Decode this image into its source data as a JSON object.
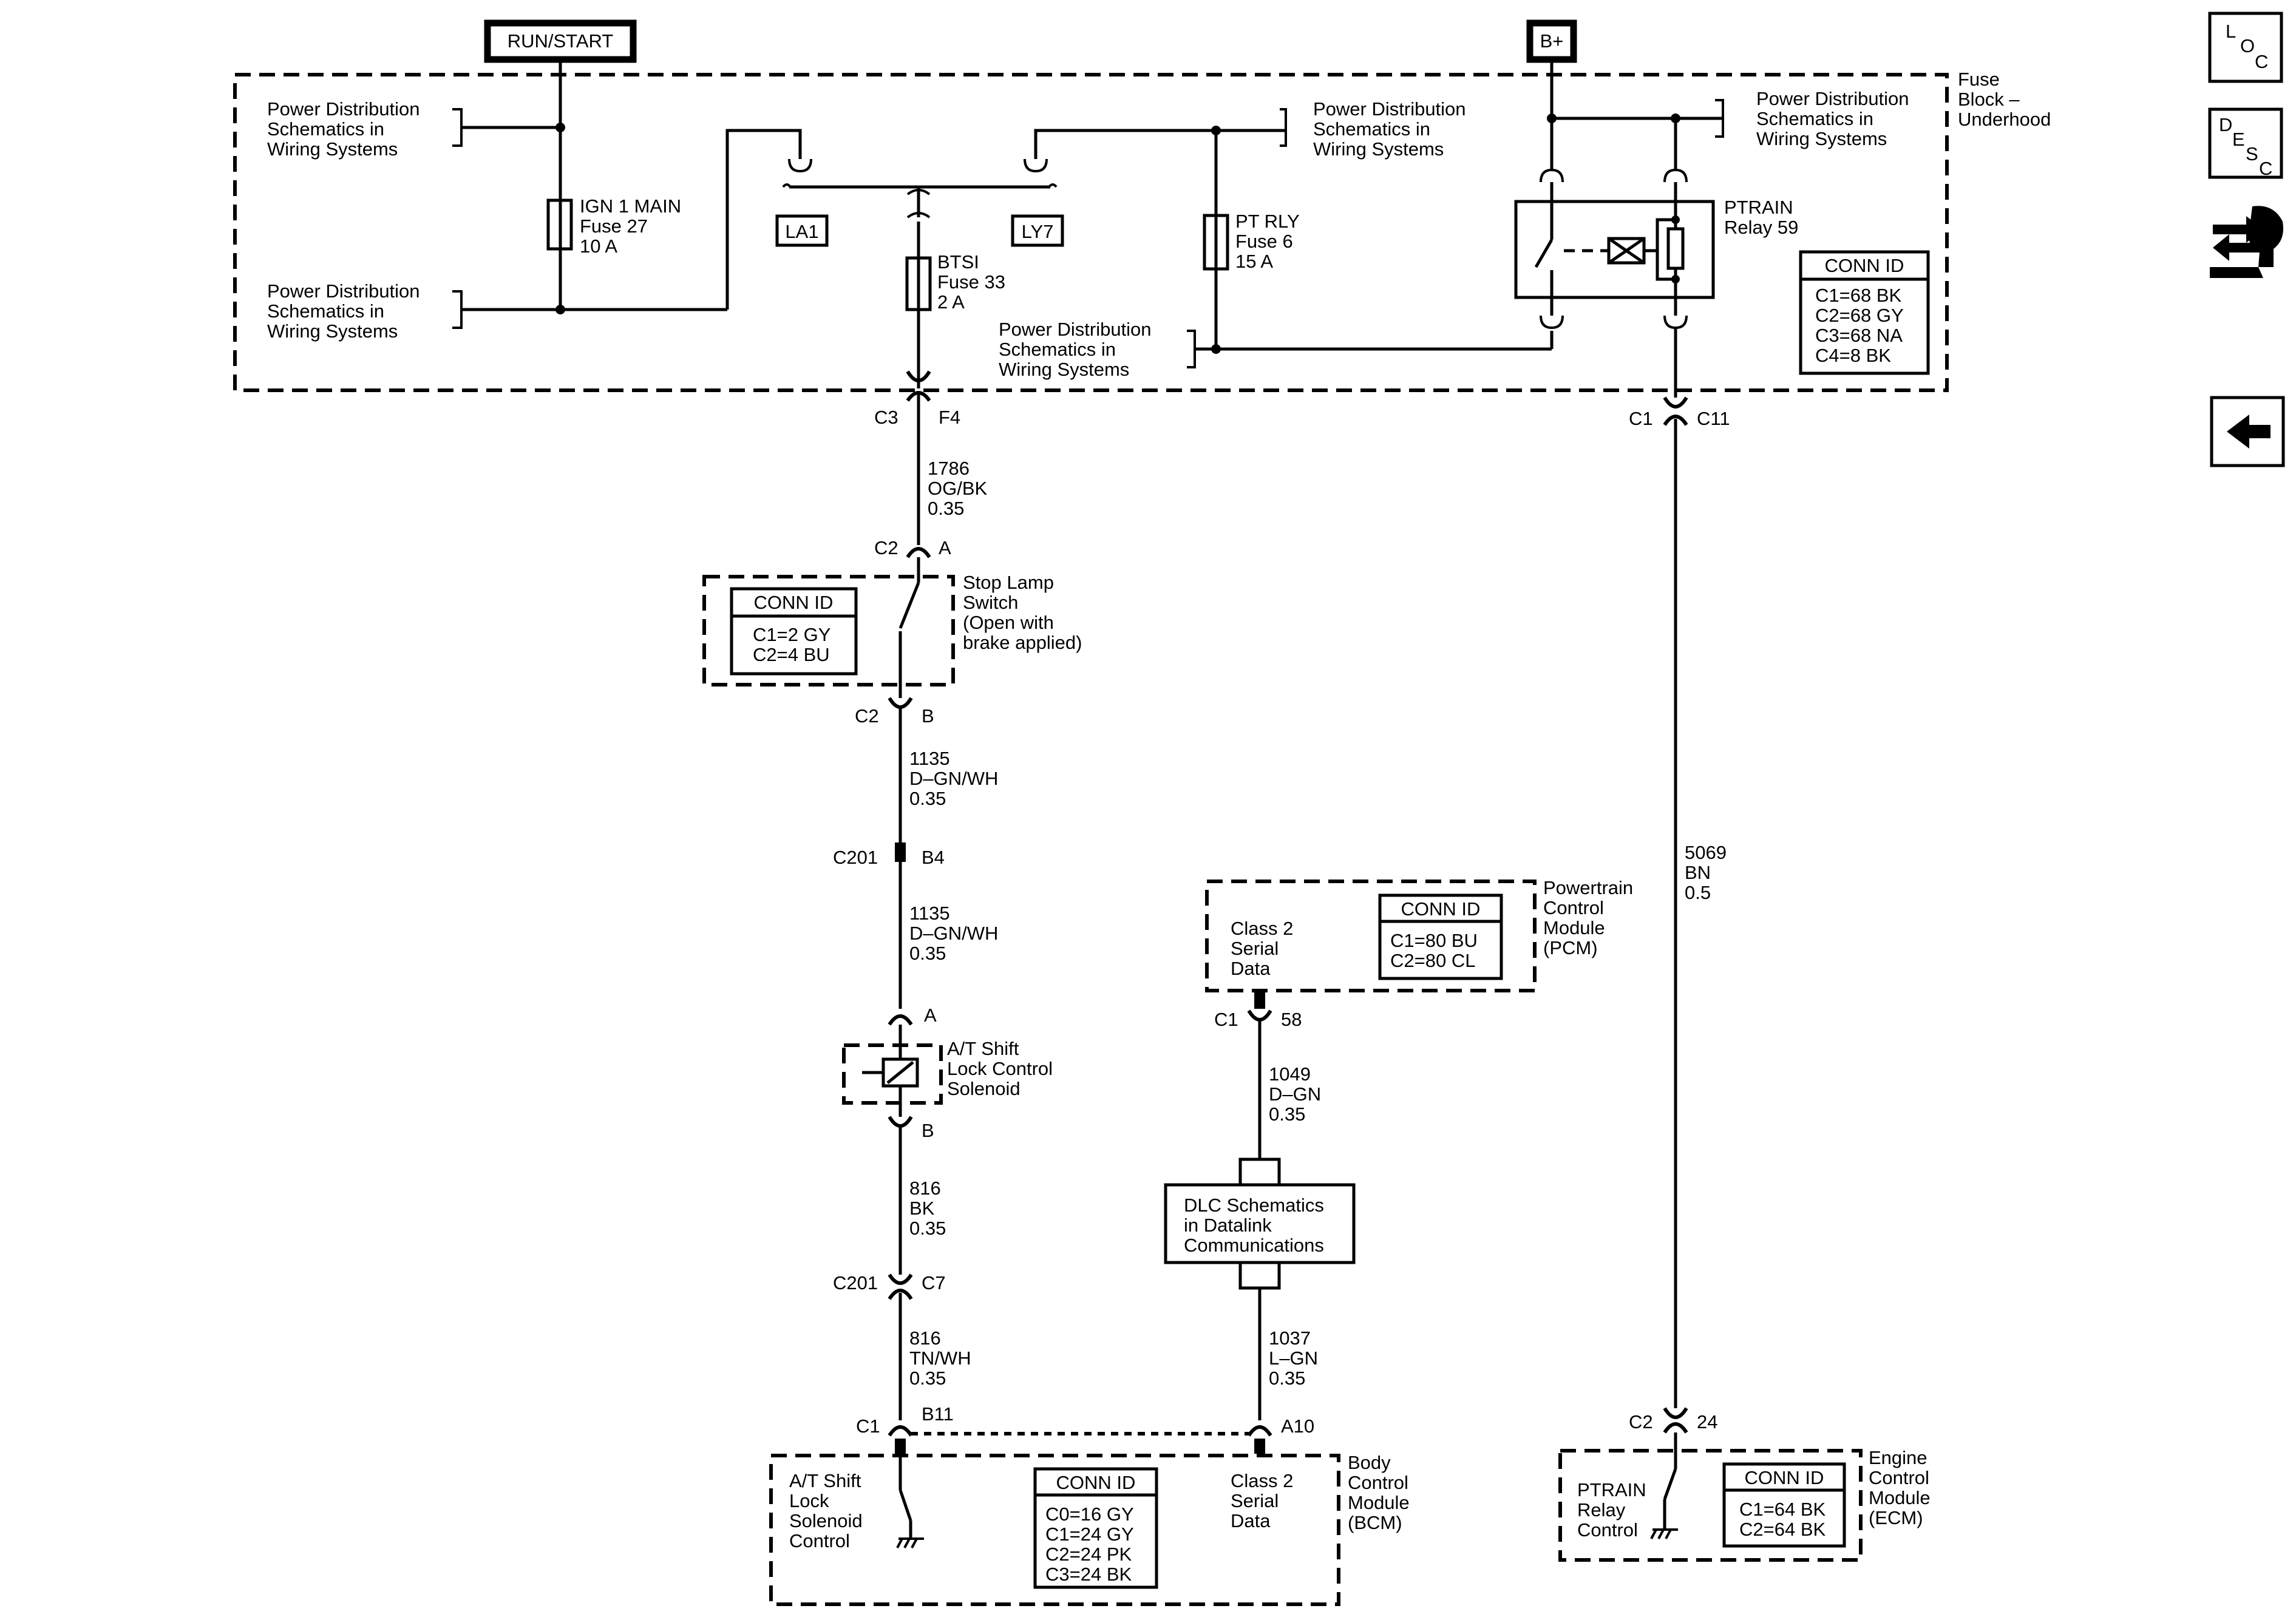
{
  "sources": {
    "run_start": "RUN/START",
    "b_plus": "B+"
  },
  "fuse_block": {
    "label": [
      "Fuse",
      "Block –",
      "Underhood"
    ]
  },
  "power_distribution_text": [
    "Power Distribution",
    "Schematics in",
    "Wiring  Systems"
  ],
  "fuses": {
    "ign1_main": [
      "IGN 1 MAIN",
      "Fuse 27",
      "10 A"
    ],
    "btsi": [
      "BTSI",
      "Fuse 33",
      "2 A"
    ],
    "pt_rly": [
      "PT RLY",
      "Fuse 6",
      "15 A"
    ]
  },
  "relay": {
    "label": [
      "PTRAIN",
      "Relay 59"
    ]
  },
  "splices": {
    "la1": "LA1",
    "ly7": "LY7"
  },
  "conn_id_fuse_block": {
    "title": "CONN ID",
    "rows": [
      "C1=68 BK",
      "C2=68 GY",
      "C3=68 NA",
      "C4=8 BK"
    ]
  },
  "stop_lamp_switch": {
    "label": [
      "Stop Lamp",
      "Switch",
      "(Open with",
      "brake applied)"
    ],
    "conn_id": {
      "title": "CONN ID",
      "rows": [
        "C1=2 GY",
        "C2=4 BU"
      ]
    }
  },
  "solenoid": {
    "label": [
      "A/T Shift",
      "Lock Control",
      "Solenoid"
    ]
  },
  "pcm": {
    "label": [
      "Powertrain",
      "Control",
      "Module",
      "(PCM)"
    ],
    "inner": [
      "Class 2",
      "Serial",
      "Data"
    ],
    "conn_id": {
      "title": "CONN ID",
      "rows": [
        "C1=80 BU",
        "C2=80 CL"
      ]
    }
  },
  "dlc": {
    "label": [
      "DLC Schematics",
      "in Datalink",
      "Communications"
    ]
  },
  "bcm": {
    "label": [
      "Body",
      "Control",
      "Module",
      "(BCM)"
    ],
    "left_inner": [
      "A/T Shift",
      "Lock",
      "Solenoid",
      "Control"
    ],
    "right_inner": [
      "Class 2",
      "Serial",
      "Data"
    ],
    "conn_id": {
      "title": "CONN ID",
      "rows": [
        "C0=16 GY",
        "C1=24 GY",
        "C2=24 PK",
        "C3=24 BK"
      ]
    }
  },
  "ecm": {
    "label": [
      "Engine",
      "Control",
      "Module",
      "(ECM)"
    ],
    "inner": [
      "PTRAIN",
      "Relay",
      "Control"
    ],
    "conn_id": {
      "title": "CONN ID",
      "rows": [
        "C1=64 BK",
        "C2=64 BK"
      ]
    }
  },
  "connectors": {
    "c3_f4": [
      "C3",
      "F4"
    ],
    "c2_a": [
      "C2",
      "A"
    ],
    "c2_b": [
      "C2",
      "B"
    ],
    "c201_b4": [
      "C201",
      "B4"
    ],
    "sol_a": "A",
    "sol_b": "B",
    "c201_c7": [
      "C201",
      "C7"
    ],
    "c1_b11": [
      "C1",
      "B11"
    ],
    "a10": "A10",
    "c1_58": [
      "C1",
      "58"
    ],
    "c1_c11": [
      "C1",
      "C11"
    ],
    "c2_24": [
      "C2",
      "24"
    ]
  },
  "wires": {
    "w1786": [
      "1786",
      "OG/BK",
      "0.35"
    ],
    "w1135a": [
      "1135",
      "D–GN/WH",
      "0.35"
    ],
    "w1135b": [
      "1135",
      "D–GN/WH",
      "0.35"
    ],
    "w816a": [
      "816",
      "BK",
      "0.35"
    ],
    "w816b": [
      "816",
      "TN/WH",
      "0.35"
    ],
    "w1049": [
      "1049",
      "D–GN",
      "0.35"
    ],
    "w1037": [
      "1037",
      "L–GN",
      "0.35"
    ],
    "w5069": [
      "5069",
      "BN",
      "0.5"
    ]
  },
  "nav": {
    "loc": [
      "L",
      "O",
      "C"
    ],
    "desc": [
      "D",
      "E",
      "S",
      "C"
    ],
    "back_icon": "arrow-left-icon",
    "tools_icon": "wrench-arrows-icon"
  }
}
